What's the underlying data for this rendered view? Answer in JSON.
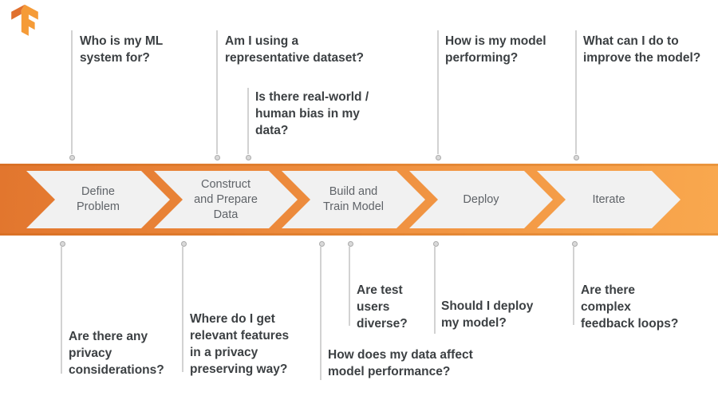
{
  "logo": {
    "name": "TensorFlow logo"
  },
  "banner": {
    "steps": [
      {
        "label": "Define\nProblem"
      },
      {
        "label": "Construct\nand Prepare\nData"
      },
      {
        "label": "Build and\nTrain Model"
      },
      {
        "label": "Deploy"
      },
      {
        "label": "Iterate"
      }
    ]
  },
  "questions": {
    "top": [
      {
        "text": "Who is my ML\nsystem for?"
      },
      {
        "text": "Am I using a\nrepresentative dataset?"
      },
      {
        "text": "Is there real-world /\nhuman bias in my\ndata?"
      },
      {
        "text": "How is my model\nperforming?"
      },
      {
        "text": "What can I do to\nimprove the model?"
      }
    ],
    "bottom": [
      {
        "text": "Are there any\nprivacy\nconsiderations?"
      },
      {
        "text": "Where do I get\nrelevant features\nin a privacy\npreserving way?"
      },
      {
        "text": "How does my data affect\nmodel performance?"
      },
      {
        "text": "Are test\nusers\ndiverse?"
      },
      {
        "text": "Should I deploy\nmy model?"
      },
      {
        "text": "Are there\ncomplex\nfeedback loops?"
      }
    ]
  },
  "colors": {
    "banner-start": "#e2762e",
    "banner-end": "#f9a84e",
    "chevron-fill": "#f1f1f1",
    "step-text": "#5f6368",
    "question-text": "#3c4043",
    "connector": "#d2d2d2",
    "logo-dark": "#e0702e",
    "logo-light": "#f59b37"
  }
}
